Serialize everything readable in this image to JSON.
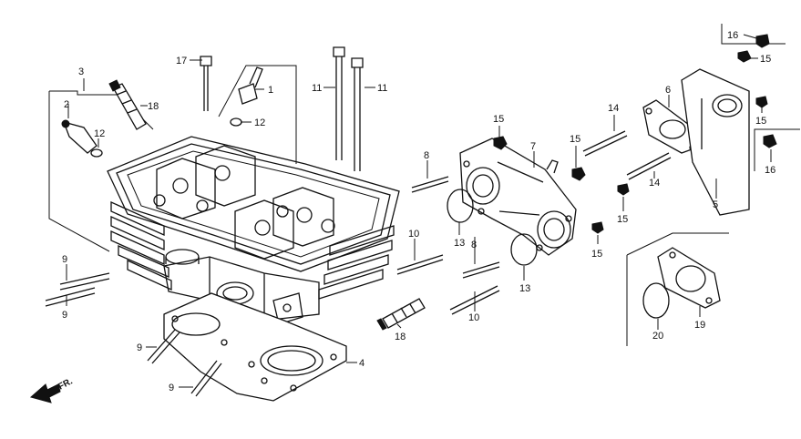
{
  "labels": {
    "p1": "1",
    "p2": "2",
    "p3": "3",
    "p4": "4",
    "p5": "5",
    "p6": "6",
    "p7": "7",
    "p8a": "8",
    "p8b": "8",
    "p9a": "9",
    "p9b": "9",
    "p9c": "9",
    "p9d": "9",
    "p10a": "10",
    "p10b": "10",
    "p11a": "11",
    "p11b": "11",
    "p12a": "12",
    "p12b": "12",
    "p13a": "13",
    "p13b": "13",
    "p14a": "14",
    "p14b": "14",
    "p15a": "15",
    "p15b": "15",
    "p15c": "15",
    "p15d": "15",
    "p15e": "15",
    "p15f": "15",
    "p16a": "16",
    "p16b": "16",
    "p17": "17",
    "p18a": "18",
    "p18b": "18",
    "p19": "19",
    "p20": "20"
  },
  "front_indicator": "FR."
}
